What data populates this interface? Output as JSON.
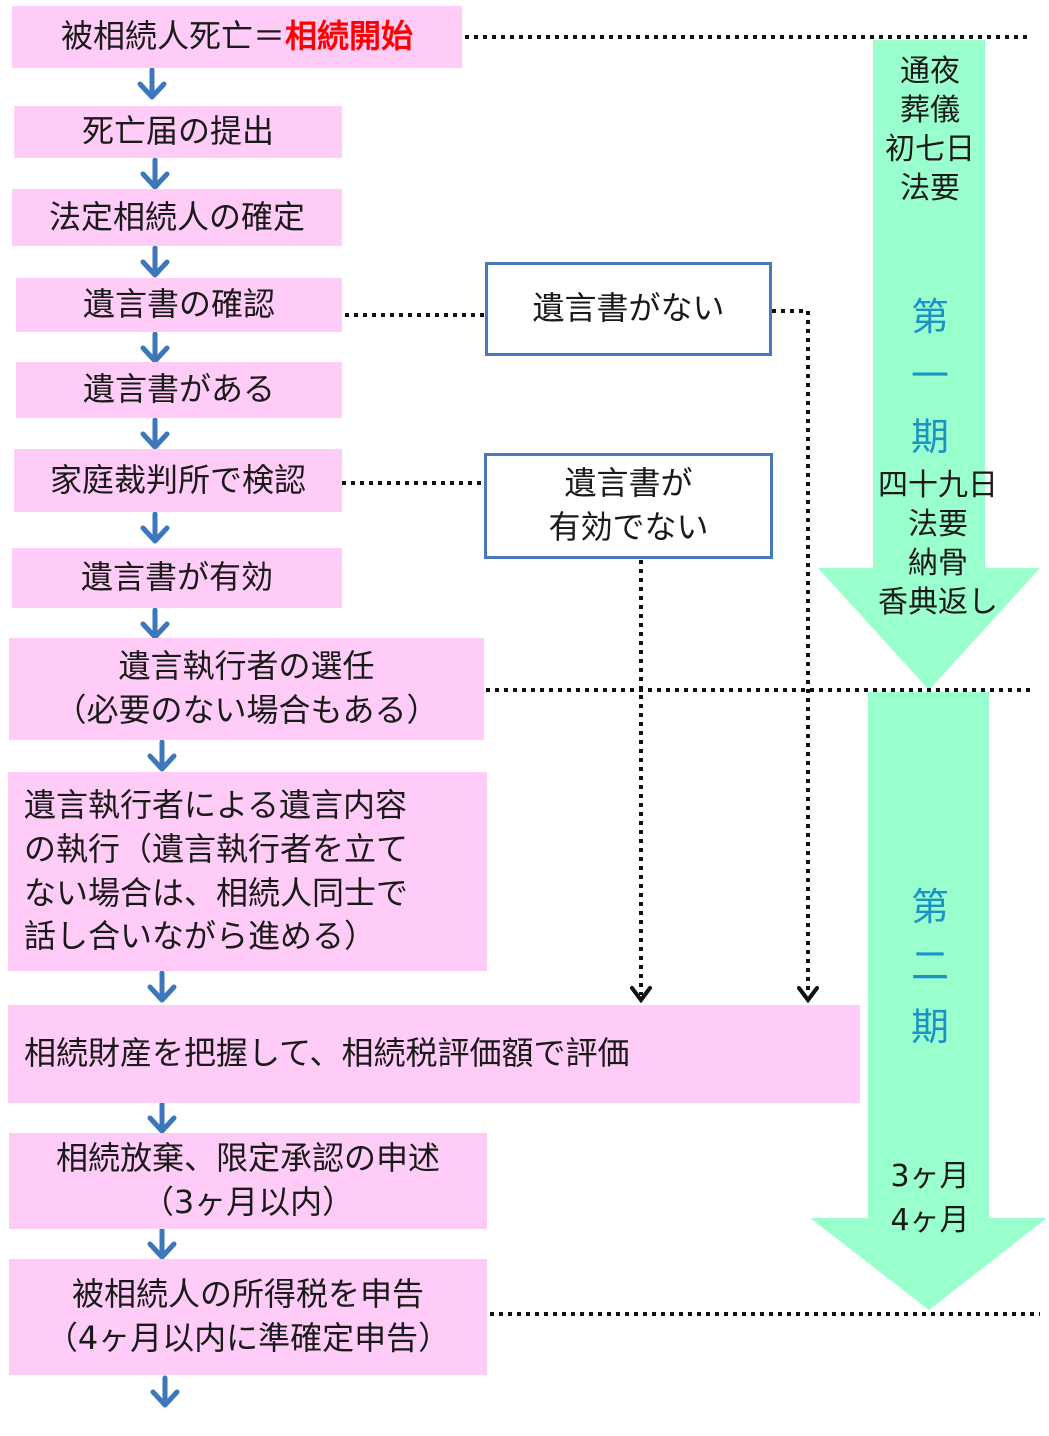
{
  "flow": {
    "step1_prefix": "被相続人死亡＝",
    "step1_highlight": "相続開始",
    "step2": "死亡届の提出",
    "step3": "法定相続人の確定",
    "step4": "遺言書の確認",
    "step5": "遺言書がある",
    "step6": "家庭裁判所で検認",
    "step7": "遺言書が有効",
    "step8": [
      "遺言執行者の選任",
      "（必要のない場合もある）"
    ],
    "step9": [
      "遺言執行者による遺言内容",
      "の執行（遺言執行者を立て",
      "ない場合は、相続人同士で",
      "話し合いながら進める）"
    ],
    "step10": "相続財産を把握して、相続税評価額で評価",
    "step11": [
      "相続放棄、限定承認の申述",
      "（3ヶ月以内）"
    ],
    "step12": [
      "被相続人の所得税を申告",
      "（4ヶ月以内に準確定申告）"
    ]
  },
  "branches": {
    "no_will": "遺言書がない",
    "invalid_will": [
      "遺言書が",
      "有効でない"
    ]
  },
  "timeline": {
    "phase1_events": [
      "通夜",
      "葬儀",
      "初七日",
      "法要"
    ],
    "phase1_label": [
      "第",
      "一",
      "期"
    ],
    "phase1_end_events": [
      "四十九日",
      "法要",
      "納骨",
      "香典返し"
    ],
    "phase2_label": [
      "第",
      "二",
      "期"
    ],
    "phase2_end_events": [
      "3ヶ月",
      "4ヶ月"
    ]
  },
  "colors": {
    "step_fill": "#ffccf7",
    "arrow_flow": "#3d77bb",
    "timeline_fill": "#99ffcc",
    "period_text": "#1b93c8",
    "highlight": "#ff0000"
  }
}
